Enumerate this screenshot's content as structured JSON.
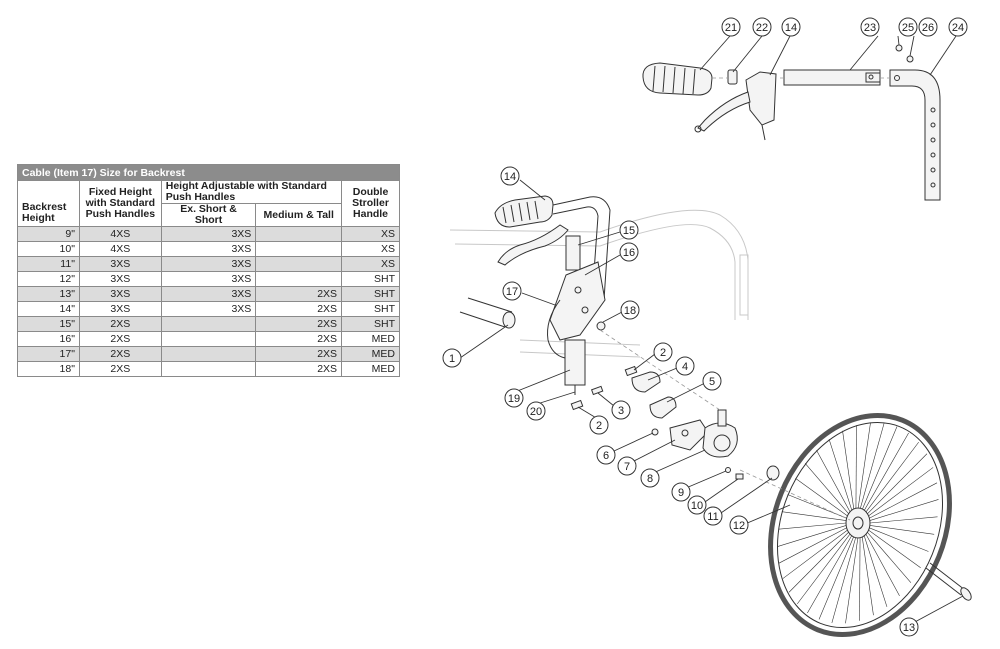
{
  "table": {
    "title": "Cable (Item 17) Size for Backrest",
    "headers": {
      "backrest_height": "Backrest Height",
      "fixed_height": "Fixed Height with Standard Push Handles",
      "height_adjustable": "Height Adjustable with Standard Push Handles",
      "ex_short_short": "Ex. Short & Short",
      "medium_tall": "Medium & Tall",
      "double_stroller": "Double Stroller Handle"
    },
    "rows": [
      {
        "height": "9\"",
        "fixed": "4XS",
        "ex_short": "3XS",
        "medium": "",
        "double": "XS"
      },
      {
        "height": "10\"",
        "fixed": "4XS",
        "ex_short": "3XS",
        "medium": "",
        "double": "XS"
      },
      {
        "height": "11\"",
        "fixed": "3XS",
        "ex_short": "3XS",
        "medium": "",
        "double": "XS"
      },
      {
        "height": "12\"",
        "fixed": "3XS",
        "ex_short": "3XS",
        "medium": "",
        "double": "SHT"
      },
      {
        "height": "13\"",
        "fixed": "3XS",
        "ex_short": "3XS",
        "medium": "2XS",
        "double": "SHT"
      },
      {
        "height": "14\"",
        "fixed": "3XS",
        "ex_short": "3XS",
        "medium": "2XS",
        "double": "SHT"
      },
      {
        "height": "15\"",
        "fixed": "2XS",
        "ex_short": "",
        "medium": "2XS",
        "double": "SHT"
      },
      {
        "height": "16\"",
        "fixed": "2XS",
        "ex_short": "",
        "medium": "2XS",
        "double": "MED"
      },
      {
        "height": "17\"",
        "fixed": "2XS",
        "ex_short": "",
        "medium": "2XS",
        "double": "MED"
      },
      {
        "height": "18\"",
        "fixed": "2XS",
        "ex_short": "",
        "medium": "2XS",
        "double": "MED"
      }
    ]
  },
  "callouts": [
    "1",
    "2",
    "2",
    "3",
    "4",
    "5",
    "6",
    "7",
    "8",
    "9",
    "10",
    "11",
    "12",
    "13",
    "14",
    "14",
    "15",
    "16",
    "17",
    "18",
    "19",
    "20",
    "21",
    "22",
    "23",
    "24",
    "25",
    "26"
  ]
}
